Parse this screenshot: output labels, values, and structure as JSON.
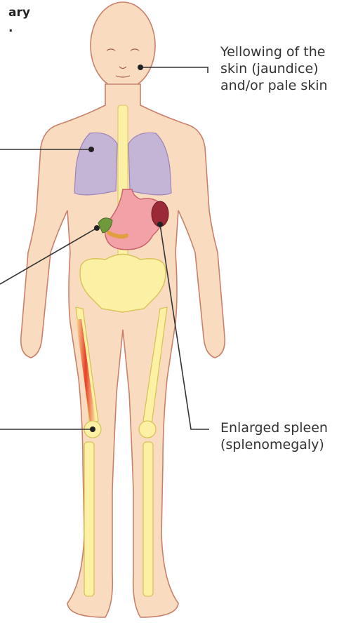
{
  "title_fragment": {
    "line1": "ary",
    "line2": "."
  },
  "labels": {
    "jaundice": {
      "line1": "Yellowing of the",
      "line2": "skin (jaundice)",
      "line3": "and/or pale skin"
    },
    "spleen": {
      "line1": "Enlarged spleen",
      "line2": "(splenomegaly)"
    }
  },
  "colors": {
    "skin": "#f9dcc0",
    "skin_outline": "#c9806a",
    "lungs": "#c4b4d6",
    "bone": "#fbf0a4",
    "bone_outline": "#d8c35a",
    "stomach": "#f2a1a6",
    "spleen": "#9a2a35",
    "gallbladder": "#6f9a3c",
    "bone_marrow_highlight": "#e8402a",
    "leader_line": "#333333"
  }
}
